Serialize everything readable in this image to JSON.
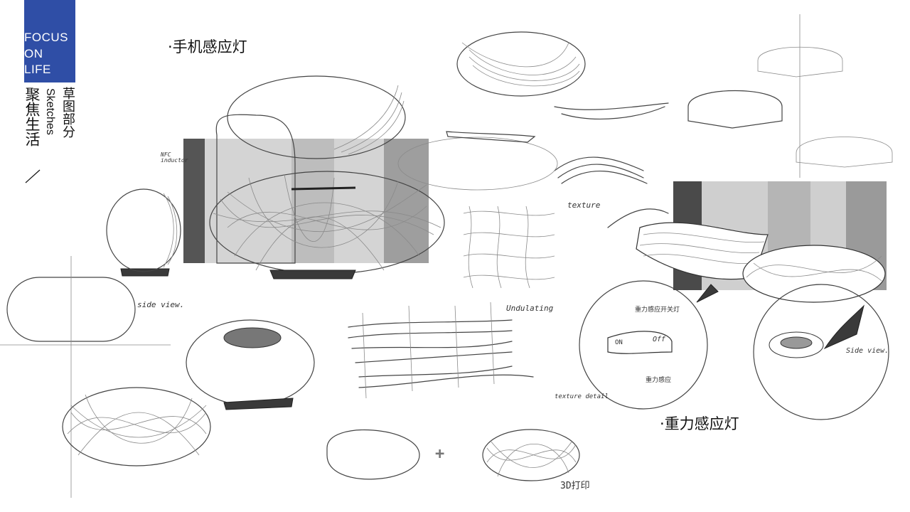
{
  "brand": {
    "lines": [
      "FOCUS",
      "ON",
      "LIFE"
    ],
    "color": "#2f4ea6",
    "title_cn": "聚焦生活",
    "subtitle_en": "Sketches",
    "subtitle_cn": "草图部分"
  },
  "headings": {
    "phone_light": "·手机感应灯",
    "gravity_light": "·重力感应灯"
  },
  "notes": {
    "nfc": "NFC inductor",
    "side_view": "side view.",
    "texture": "texture",
    "undulating": "Undulating",
    "texture_detail": "texture detail",
    "on": "ON",
    "off": "Off",
    "switch_cn": "重力感应开关灯",
    "sensor_cn": "重力感应",
    "side_view_2": "Side view.",
    "print_3d": "3D打印",
    "plus": "+"
  }
}
